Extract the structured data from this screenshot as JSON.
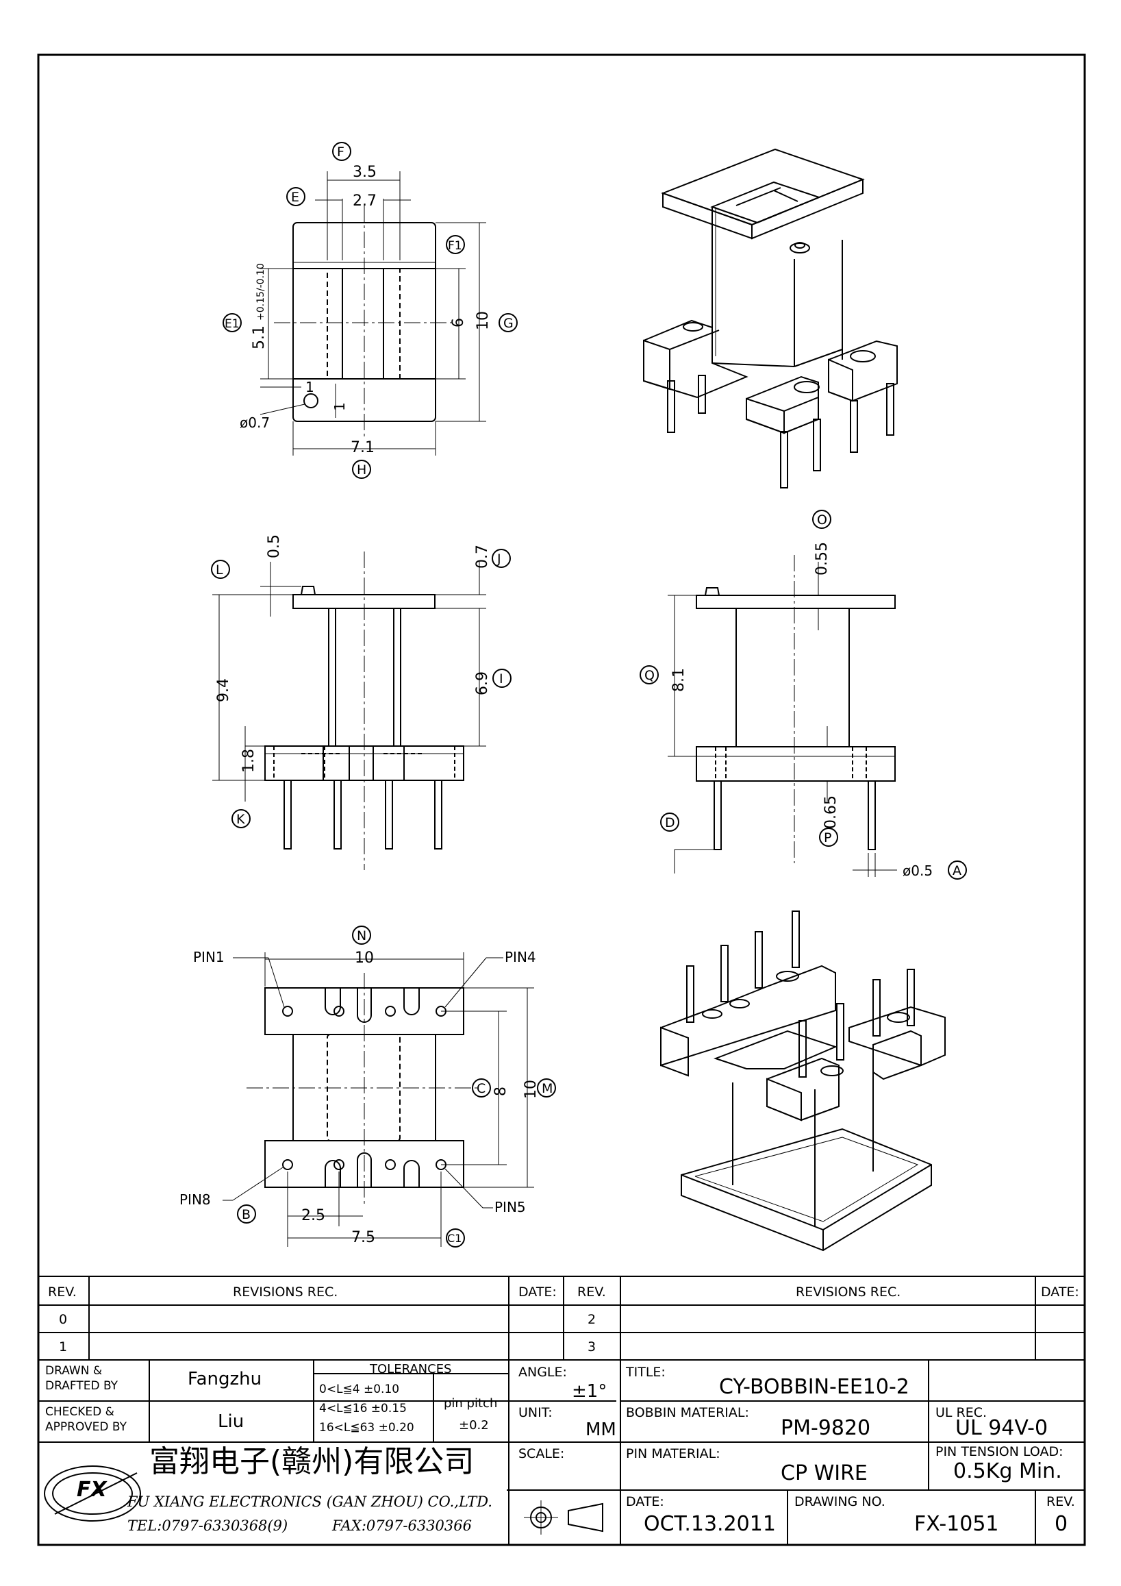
{
  "views": {
    "top": {
      "labels": {
        "F": "F",
        "E": "E",
        "F1": "F1",
        "E1": "E1",
        "G": "G",
        "H": "H"
      },
      "dims": {
        "w35": "3.5",
        "w27": "2.7",
        "h51": "5.1",
        "tol": "+0.15/-0.10",
        "h6": "6",
        "h10": "10",
        "one_a": "1",
        "one_b": "1",
        "dia07": "ø0.7",
        "w71": "7.1"
      }
    },
    "front": {
      "labels": {
        "L": "L",
        "J": "J",
        "I": "I",
        "K": "K"
      },
      "dims": {
        "d05": "0.5",
        "d07": "0.7",
        "d94": "9.4",
        "d69": "6.9",
        "d18": "1.8"
      }
    },
    "side": {
      "labels": {
        "O": "O",
        "Q": "Q",
        "D": "D",
        "P": "P",
        "A": "A"
      },
      "dims": {
        "d055": "0.55",
        "d81": "8.1",
        "d065": "0.65",
        "dia05": "ø0.5"
      }
    },
    "bottom": {
      "labels": {
        "N": "N",
        "C": "C",
        "M": "M",
        "B": "B",
        "C1": "C1"
      },
      "pins": {
        "pin1": "PIN1",
        "pin4": "PIN4",
        "pin8": "PIN8",
        "pin5": "PIN5"
      },
      "dims": {
        "d10": "10",
        "d8": "8",
        "d10b": "10",
        "d25": "2.5",
        "d75": "7.5"
      }
    }
  },
  "title_block": {
    "rev_header": "REV.",
    "revisions_header": "REVISIONS   REC.",
    "date_header": "DATE:",
    "rev_left": [
      "0",
      "1"
    ],
    "rev_right": [
      "2",
      "3"
    ],
    "drawn_label": "DRAWN &\nDRAFTED BY",
    "drawn_by": "Fangzhu",
    "checked_label": "CHECKED &\nAPPROVED BY",
    "checked_by": "Liu",
    "tolerances_header": "TOLERANCES",
    "tolerances": [
      "0<L≦4   ±0.10",
      "4<L≦16  ±0.15",
      "16<L≦63 ±0.20"
    ],
    "pin_pitch_label": "pin pitch",
    "pin_pitch_tol": "±0.2",
    "angle_label": "ANGLE:",
    "angle_value": "±1°",
    "unit_label": "UNIT:",
    "unit_value": "MM",
    "scale_label": "SCALE:",
    "title_label": "TITLE:",
    "title_value": "CY-BOBBIN-EE10-2",
    "bobbin_material_label": "BOBBIN MATERIAL:",
    "bobbin_material_value": "PM-9820",
    "ul_label": "UL REC.",
    "ul_value": "UL 94V-0",
    "pin_material_label": "PIN MATERIAL:",
    "pin_material_value": "CP WIRE",
    "pin_tension_label": "PIN TENSION LOAD:",
    "pin_tension_value": "0.5Kg Min.",
    "date_label": "DATE:",
    "date_value": "OCT.13.2011",
    "drawing_no_label": "DRAWING NO.",
    "drawing_no_value": "FX-1051",
    "rev_label": "REV.",
    "rev_value": "0",
    "company_cn": "富翔电子(赣州)有限公司",
    "company_en": "FU XIANG ELECTRONICS (GAN ZHOU) CO.,LTD.",
    "tel": "TEL:0797-6330368(9)",
    "fax": "FAX:0797-6330366",
    "logo": "FX"
  }
}
